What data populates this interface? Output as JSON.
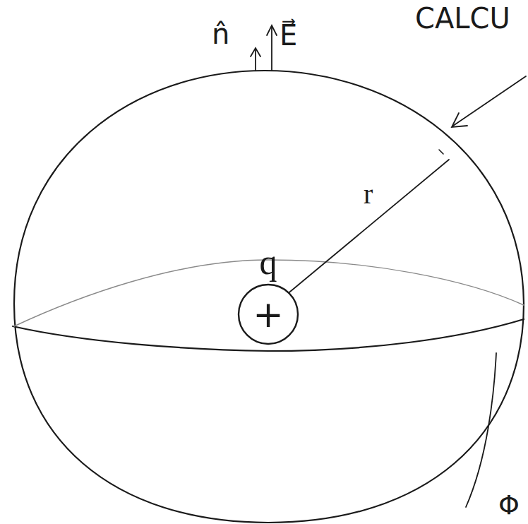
{
  "diagram": {
    "nodes": [
      {
        "text": [
          "q",
          "+"
        ]
      }
    ],
    "labels": [
      "CALCU",
      "n̂",
      "E⃗",
      "r",
      "Φ"
    ]
  }
}
